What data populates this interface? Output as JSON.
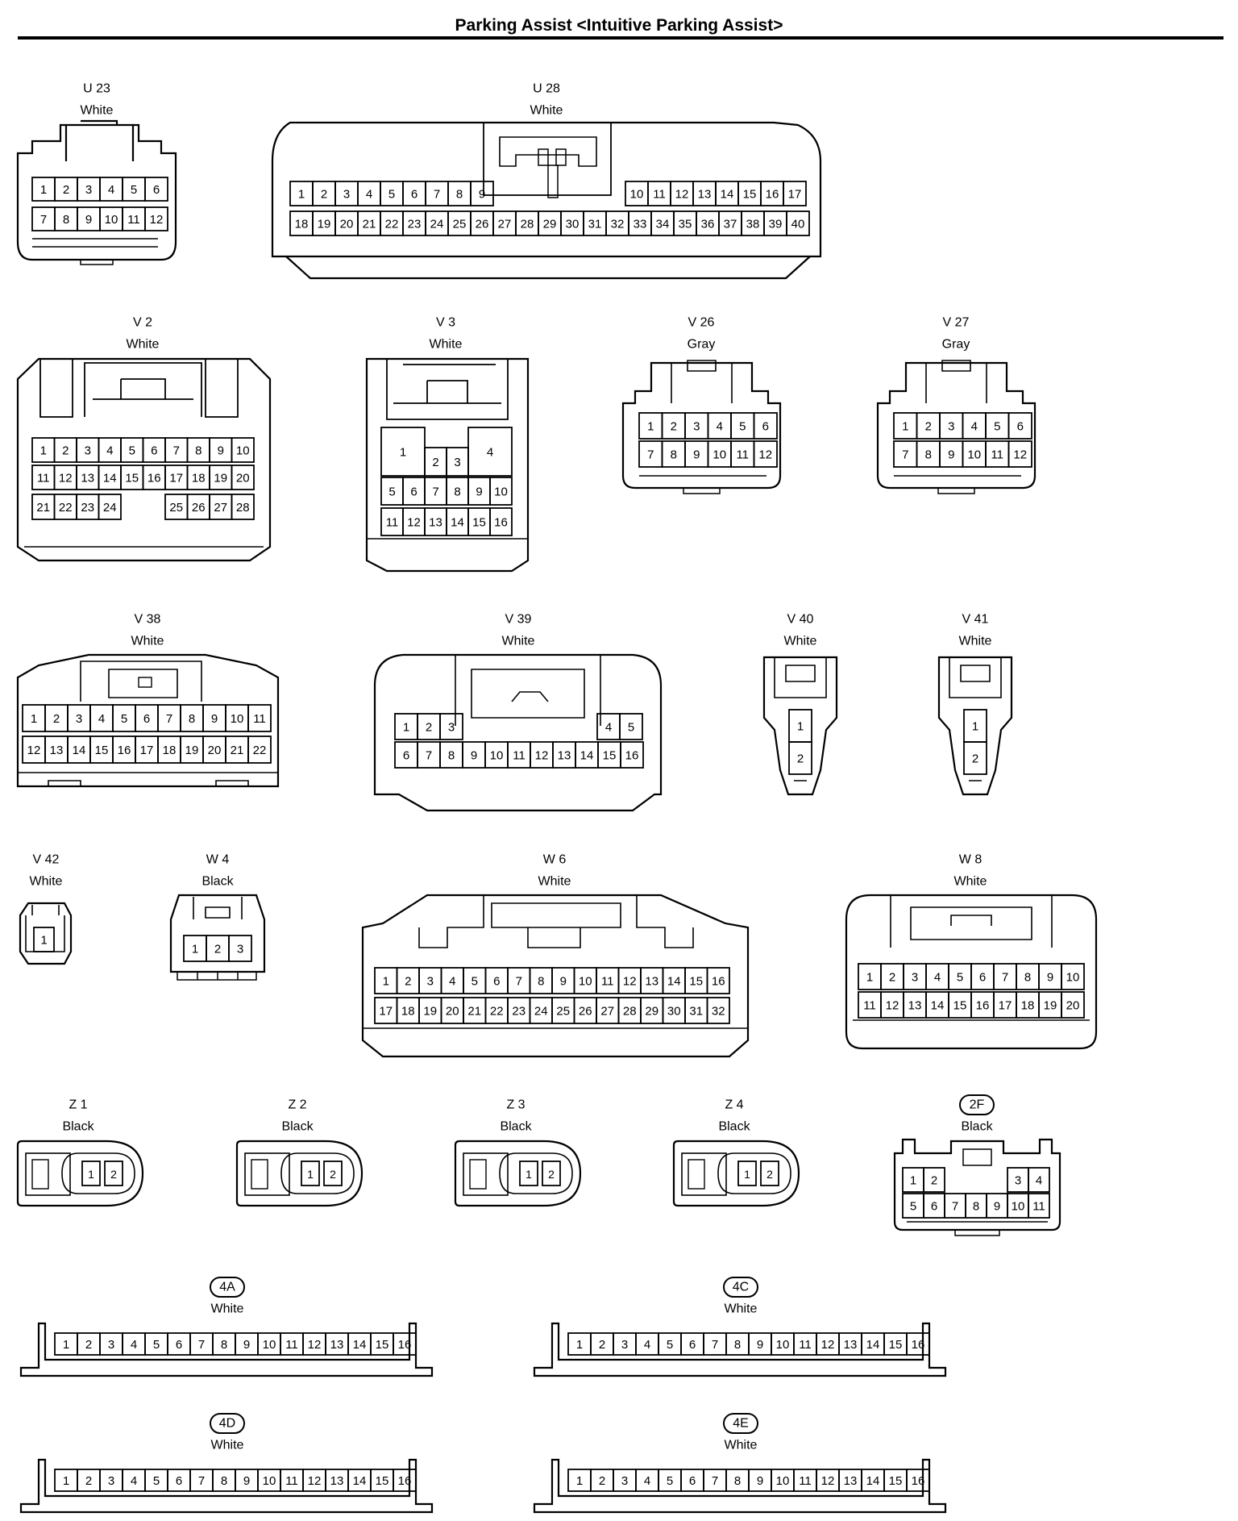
{
  "title": "Parking Assist <Intuitive Parking Assist>",
  "connectors": [
    {
      "id": "U 23",
      "color": "White"
    },
    {
      "id": "U 28",
      "color": "White"
    },
    {
      "id": "V 2",
      "color": "White"
    },
    {
      "id": "V 3",
      "color": "White"
    },
    {
      "id": "V 26",
      "color": "Gray"
    },
    {
      "id": "V 27",
      "color": "Gray"
    },
    {
      "id": "V 38",
      "color": "White"
    },
    {
      "id": "V 39",
      "color": "White"
    },
    {
      "id": "V 40",
      "color": "White"
    },
    {
      "id": "V 41",
      "color": "White"
    },
    {
      "id": "V 42",
      "color": "White"
    },
    {
      "id": "W 4",
      "color": "Black"
    },
    {
      "id": "W 6",
      "color": "White"
    },
    {
      "id": "W 8",
      "color": "White"
    },
    {
      "id": "Z 1",
      "color": "Black"
    },
    {
      "id": "Z 2",
      "color": "Black"
    },
    {
      "id": "Z 3",
      "color": "Black"
    },
    {
      "id": "Z 4",
      "color": "Black"
    },
    {
      "id": "2F",
      "color": "Black"
    },
    {
      "id": "4A",
      "color": "White"
    },
    {
      "id": "4C",
      "color": "White"
    },
    {
      "id": "4D",
      "color": "White"
    },
    {
      "id": "4E",
      "color": "White"
    }
  ]
}
